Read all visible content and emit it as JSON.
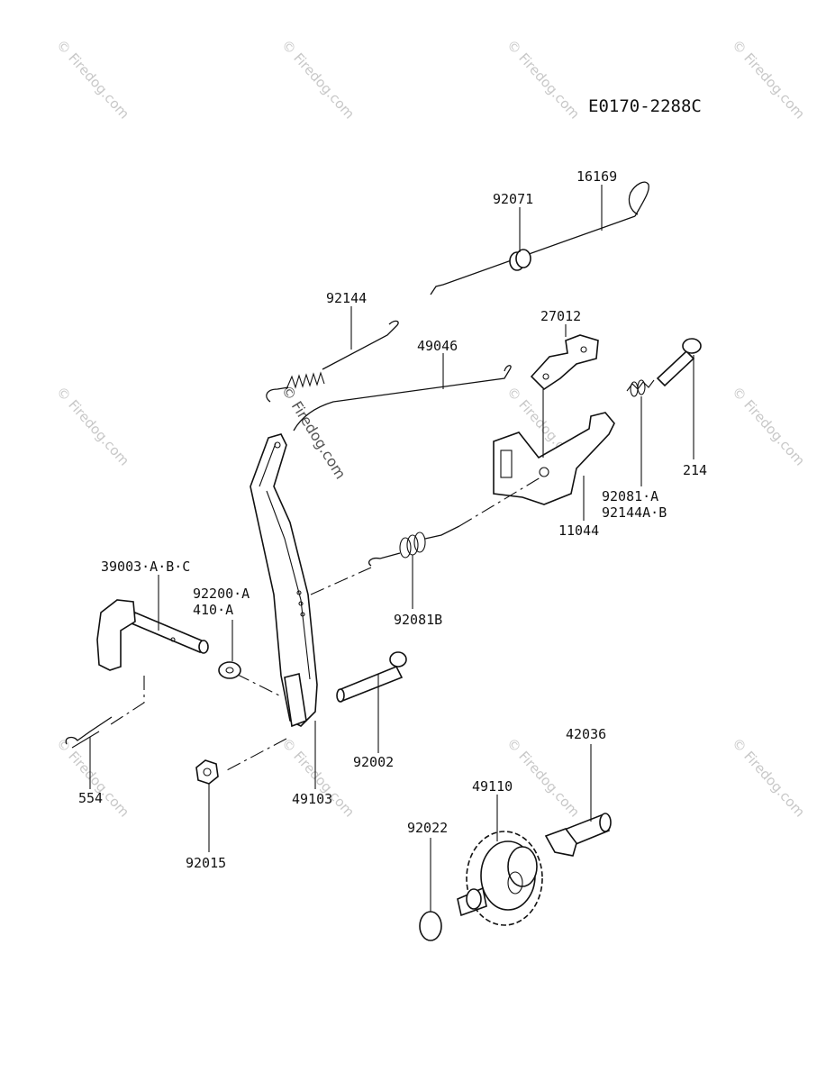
{
  "diagram_code": "E0170-2288C",
  "watermark": "© Firedog.com",
  "parts": {
    "p16169": "16169",
    "p92071": "92071",
    "p92144": "92144",
    "p49046": "49046",
    "p27012": "27012",
    "p214": "214",
    "p92081a": "92081·A",
    "p92144ab": "92144A·B",
    "p11044": "11044",
    "p39003": "39003·A·B·C",
    "p92200": "92200·A",
    "p410": "410·A",
    "p92081b": "92081B",
    "p92002": "92002",
    "p554": "554",
    "p49103": "49103",
    "p92015": "92015",
    "p42036": "42036",
    "p49110": "49110",
    "p92022": "92022"
  }
}
